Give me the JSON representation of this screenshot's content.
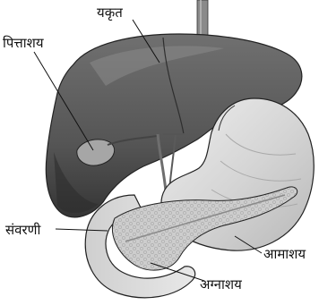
{
  "labels": {
    "liver": "यकृत",
    "gallbladder": "पित्ताशय",
    "stomach": "आमाशय",
    "duodenum": "संवरणी",
    "pancreas": "अग्नाशय"
  },
  "colors": {
    "liver_fill": "#5e5e5e",
    "liver_shadow": "#3a3a3a",
    "stomach_fill": "#d9d9d9",
    "pancreas_fill": "#c9c9c9",
    "gallbladder_fill": "#9a9a9a",
    "line": "#111111"
  }
}
